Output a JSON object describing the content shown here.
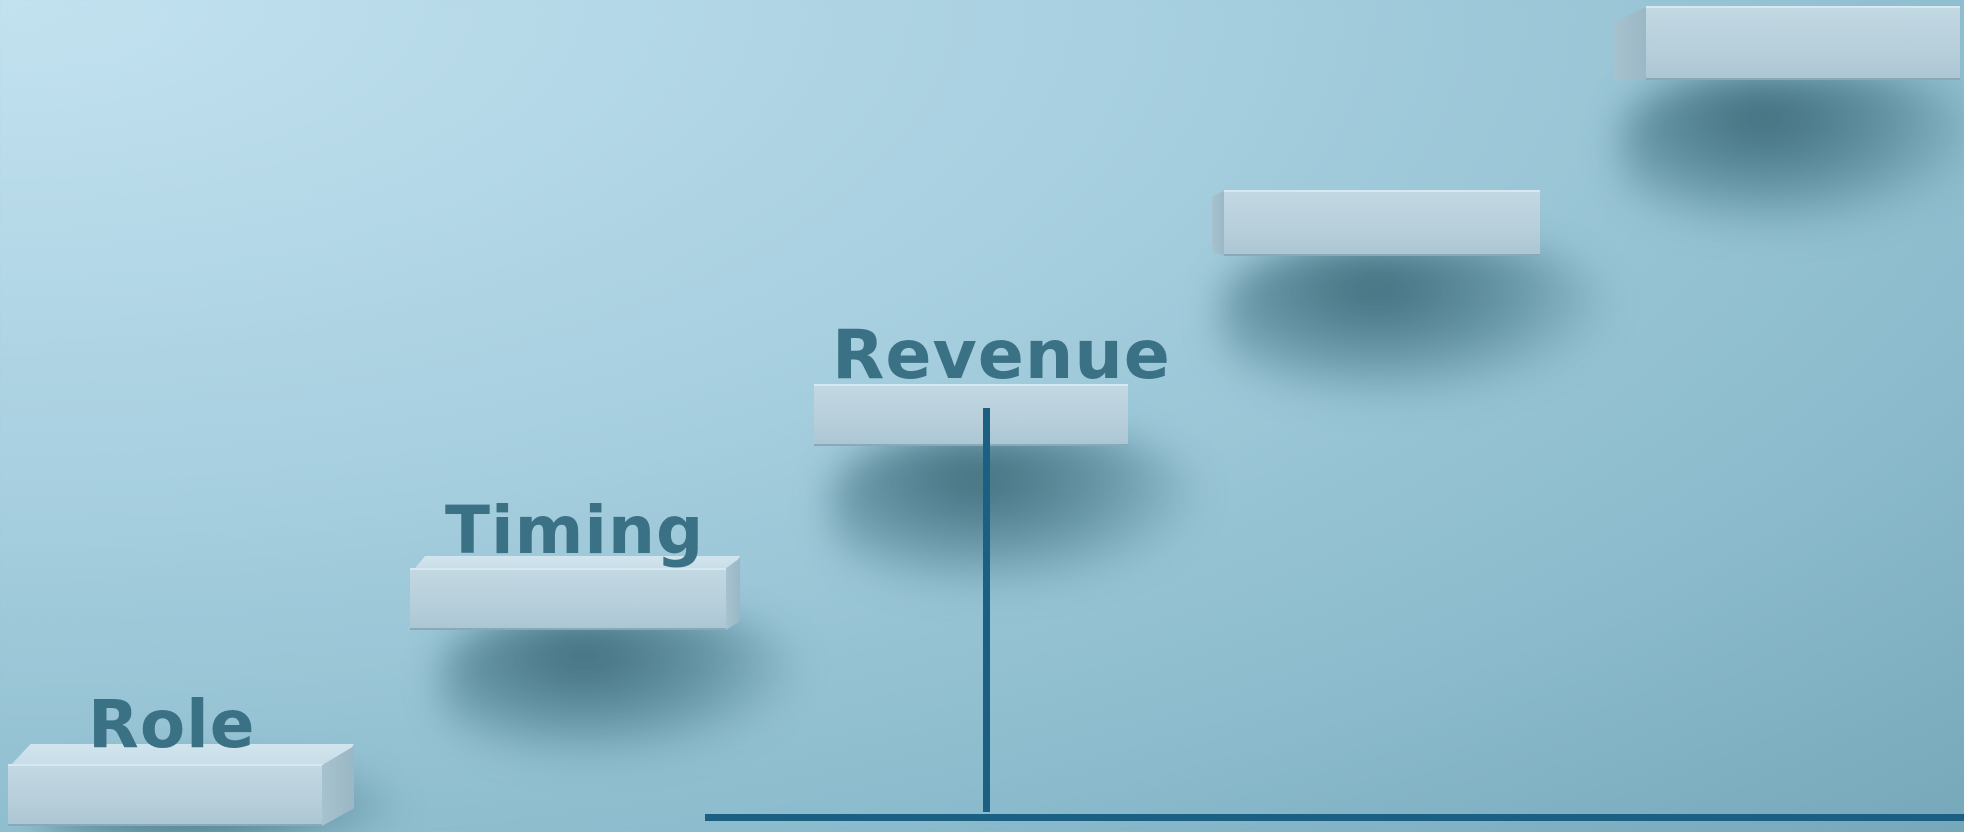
{
  "labels": {
    "role": "Role",
    "timing": "Timing",
    "revenue": "Revenue"
  },
  "colors": {
    "background": "#a8d0e0",
    "step": "#b7cfdb",
    "label_text": "#3b7185",
    "axis_line": "#1b5f82"
  }
}
